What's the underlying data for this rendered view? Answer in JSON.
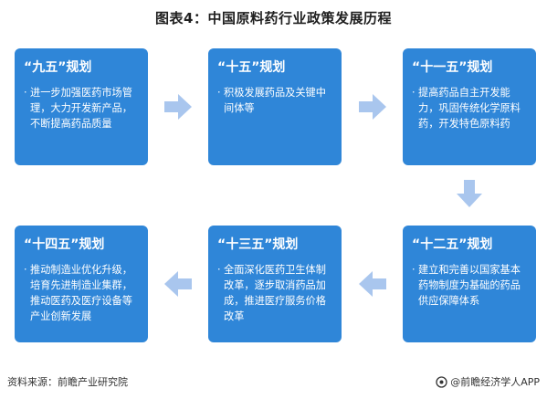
{
  "title": "图表4：中国原料药行业政策发展历程",
  "cards": [
    {
      "heading": "“九五”规划",
      "text": "进一步加强医药市场管理，大力开发新产品，不断提高药品质量"
    },
    {
      "heading": "“十五”规划",
      "text": "积极发展药品及关键中间体等"
    },
    {
      "heading": "“十一五”规划",
      "text": "提高药品自主开发能力，巩固传统化学原料药，开发特色原料药"
    },
    {
      "heading": "“十二五”规划",
      "text": "建立和完善以国家基本药物制度为基础的药品供应保障体系"
    },
    {
      "heading": "“十三五”规划",
      "text": "全面深化医药卫生体制改革，逐步取消药品加成，推进医疗服务价格改革"
    },
    {
      "heading": "“十四五”规划",
      "text": "推动制造业优化升级，培育先进制造业集群，推动医药及医疗设备等产业创新发展"
    }
  ],
  "bullet": "·",
  "footer": {
    "source": "资料来源：前瞻产业研究院",
    "brand": "@前瞻经济学人APP"
  },
  "colors": {
    "card": "#2f86d8",
    "arrow": "#a9c6ee"
  }
}
